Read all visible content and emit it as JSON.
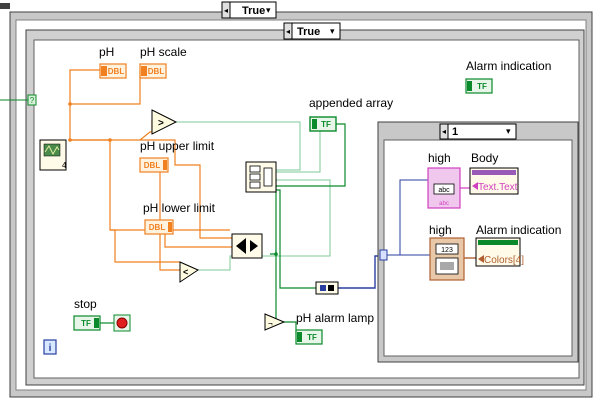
{
  "outer_case": {
    "selector": "True"
  },
  "inner_case": {
    "selector": "True"
  },
  "sub_case": {
    "selector": "1"
  },
  "labels": {
    "ph": "pH",
    "ph_scale": "pH scale",
    "alarm_indication_top": "Alarm indication",
    "appended_array": "appended array",
    "ph_upper_limit": "pH upper limit",
    "ph_lower_limit": "pH lower limit",
    "stop": "stop",
    "ph_alarm_lamp": "pH alarm lamp",
    "high_1": "high",
    "body": "Body",
    "text_text": "Text.Text",
    "high_2": "high",
    "alarm_indication_node": "Alarm indication",
    "colors": "Colors[4]"
  },
  "terminals": {
    "dbl": "DBL",
    "tf": "TF",
    "abc": "abc",
    "num_123": "123",
    "wait_value": "4",
    "info": "i"
  },
  "colors": {
    "double_wire": "#f08020",
    "boolean_wire": "#0a8a2a",
    "boolean_wire_light": "#7ec89a",
    "refnum_wire": "#2a3fa0",
    "string_wire": "#d040c0",
    "frame": "#4a4a4a"
  }
}
